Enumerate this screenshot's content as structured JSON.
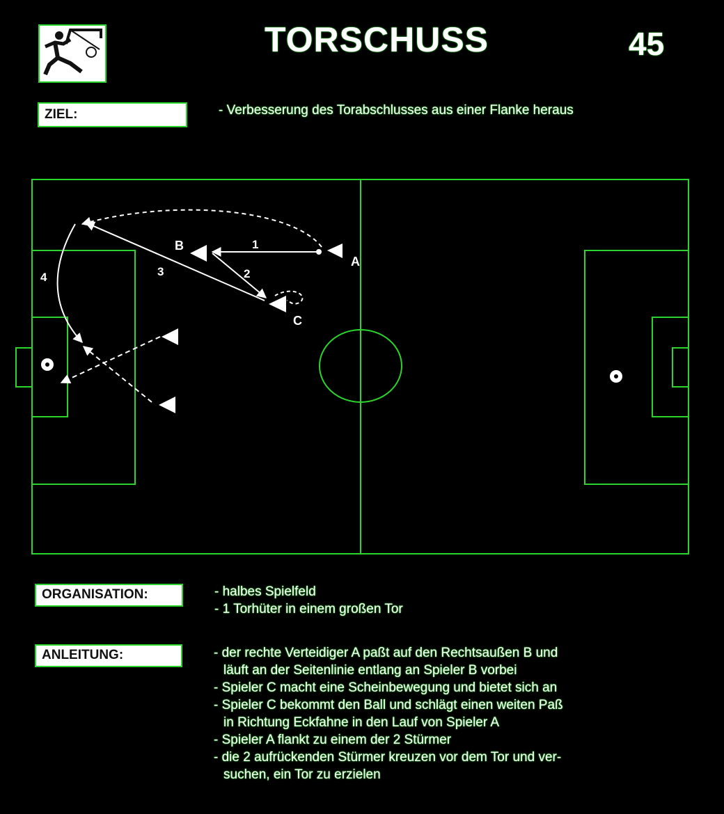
{
  "header": {
    "title": "TORSCHUSS",
    "page_number": "45",
    "logo_icon": "soccer-player-goal-icon"
  },
  "ziel": {
    "label": "ZIEL:",
    "text": "- Verbesserung des Torabschlusses aus einer Flanke heraus"
  },
  "diagram": {
    "players": {
      "a": "A",
      "b": "B",
      "c": "C"
    },
    "pass_numbers": {
      "p1": "1",
      "p2": "2",
      "p3": "3",
      "p4": "4"
    },
    "colors": {
      "lines": "#2bd52b",
      "background": "#000000",
      "markers": "#ffffff"
    }
  },
  "organisation": {
    "label": "ORGANISATION:",
    "lines": [
      "- halbes Spielfeld",
      "- 1 Torhüter in einem großen Tor"
    ]
  },
  "anleitung": {
    "label": "ANLEITUNG:",
    "lines": [
      "- der rechte Verteidiger A paßt auf den Rechtsaußen B und",
      "läuft an der Seitenlinie entlang an Spieler B vorbei",
      "- Spieler C macht eine Scheinbewegung und bietet sich an",
      "- Spieler C bekommt den Ball und schlägt einen weiten Paß",
      "in Richtung Eckfahne in den Lauf von Spieler A",
      "- Spieler A flankt zu einem der 2 Stürmer",
      "- die 2 aufrückenden Stürmer kreuzen vor dem Tor und ver-",
      "suchen, ein Tor zu erzielen"
    ]
  }
}
